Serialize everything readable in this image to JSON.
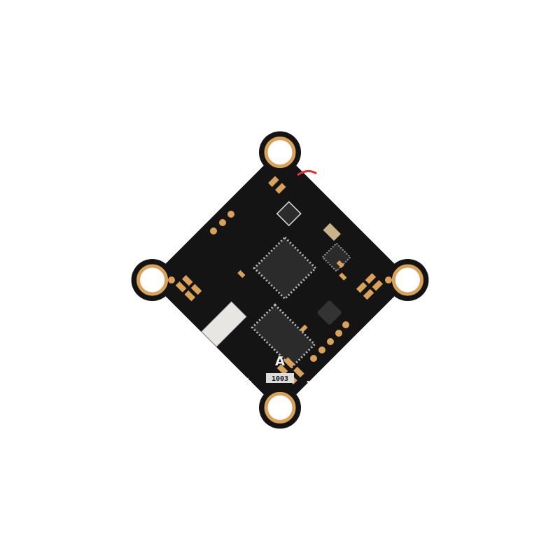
{
  "image": {
    "subject": "flight-controller-pcb",
    "colors": {
      "background": "#ffffff",
      "board": "#141414",
      "pad": "#d9a15a",
      "chip": "#2a2a2a",
      "connector": "#e8e6e2"
    }
  },
  "board": {
    "resistor_marking": "1003",
    "silk_plus": "+",
    "silk_minus": "-",
    "silk_logo": "A"
  }
}
